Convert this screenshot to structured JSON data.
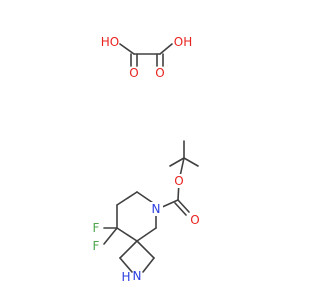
{
  "colors": {
    "bond": "#404040",
    "oxygen": "#e8231f",
    "nitrogen": "#2b40e0",
    "fluorine": "#4ea64e",
    "background": "#ffffff"
  },
  "atoms": {
    "oxalic_ho_left": "HO",
    "oxalic_oh_right": "OH",
    "oxalic_o_left": "O",
    "oxalic_o_right": "O",
    "boc_ester_o": "O",
    "boc_carbonyl_o": "O",
    "ring_n": "N",
    "fluorine_upper": "F",
    "fluorine_lower": "F",
    "azetidine_n": "N",
    "azetidine_h": "H"
  }
}
